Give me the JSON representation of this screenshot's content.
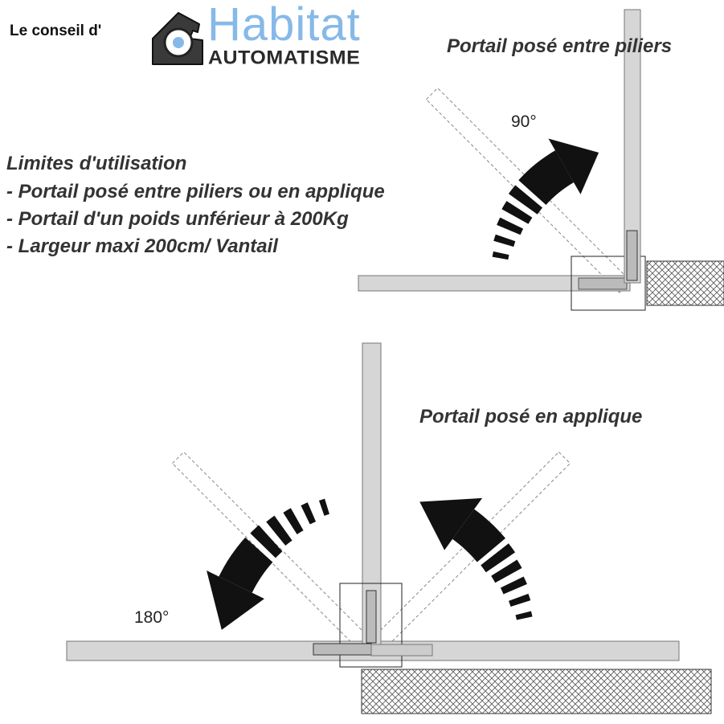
{
  "header": {
    "prefix": "Le conseil d'",
    "brand_name": "Habitat",
    "brand_sub": "AUTOMATISME",
    "brand_color": "#86b9e8"
  },
  "diagram_top": {
    "title": "Portail posé entre piliers",
    "angle": "90°"
  },
  "diagram_bottom": {
    "title": "Portail posé en applique",
    "angle": "180°"
  },
  "limits": {
    "title": "Limites d'utilisation",
    "items": [
      "- Portail posé entre piliers ou en applique",
      "- Portail d'un poids unférieur à 200Kg",
      "- Largeur maxi 200cm/ Vantail"
    ]
  }
}
